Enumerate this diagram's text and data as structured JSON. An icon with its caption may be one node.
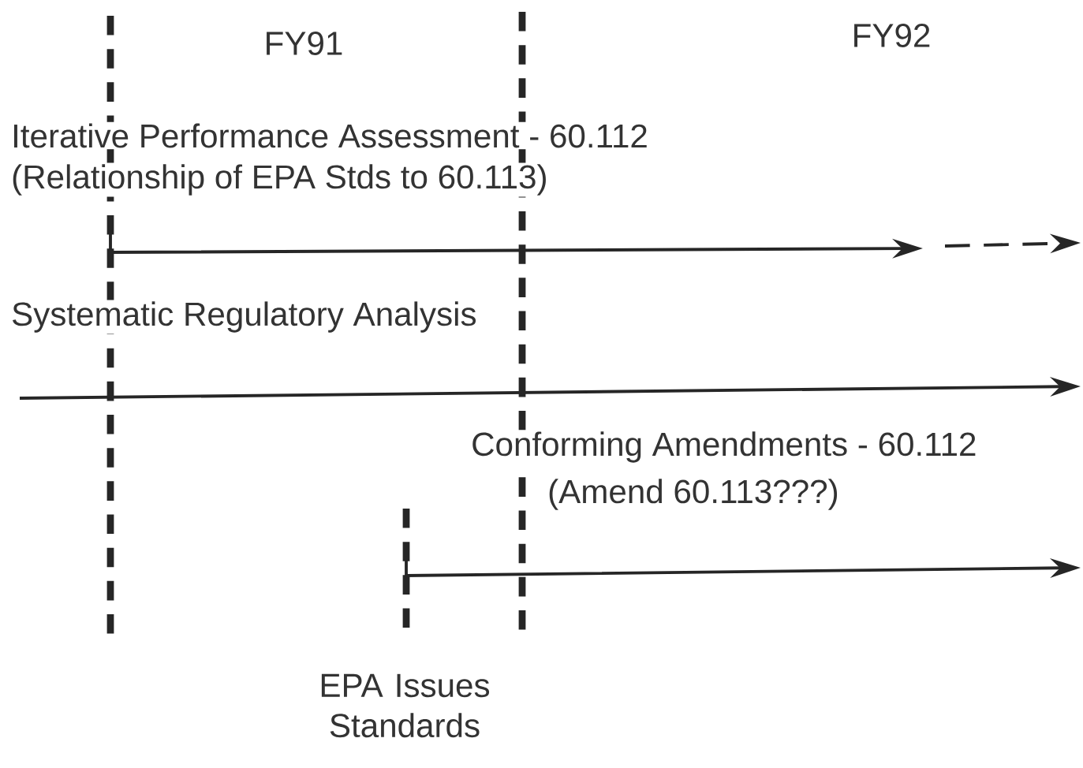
{
  "diagram": {
    "labels": [
      "FY91",
      "FY92",
      "Iterative Performance Assessment - 60.112",
      "(Relationship of EPA Stds to 60.113)",
      "Systematic Regulatory Analysis",
      "Conforming Amendments - 60.112",
      "(Amend 60.113???)",
      "EPA Issues Standards"
    ]
  }
}
